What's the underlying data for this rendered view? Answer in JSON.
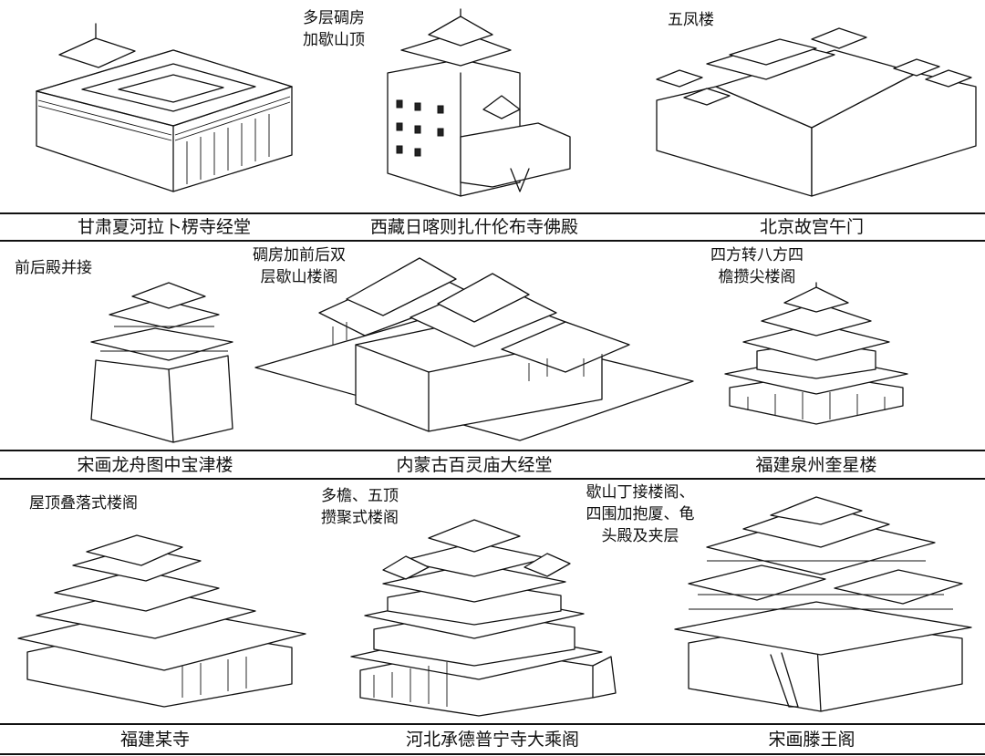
{
  "panels": [
    {
      "caption": "甘肃夏河拉卜楞寺经堂",
      "note": []
    },
    {
      "caption": "西藏日喀则扎什伦布寺佛殿",
      "note": [
        "多层碉房",
        "加歇山顶"
      ]
    },
    {
      "caption": "北京故宫午门",
      "note": [
        "五凤楼"
      ]
    },
    {
      "caption": "宋画龙舟图中宝津楼",
      "note": [
        "前后殿并接"
      ]
    },
    {
      "caption": "内蒙古百灵庙大经堂",
      "note": [
        "碉房加前后双",
        "层歇山楼阁"
      ]
    },
    {
      "caption": "福建泉州奎星楼",
      "note": [
        "四方转八方四",
        "檐攒尖楼阁"
      ]
    },
    {
      "caption": "福建某寺",
      "note": [
        "屋顶叠落式楼阁"
      ]
    },
    {
      "caption": "河北承德普宁寺大乘阁",
      "note": [
        "多檐、五顶",
        "攒聚式楼阁"
      ]
    },
    {
      "caption": "宋画滕王阁",
      "note": [
        "歇山丁接楼阁、",
        "四围加抱厦、龟",
        "头殿及夹层"
      ]
    }
  ]
}
